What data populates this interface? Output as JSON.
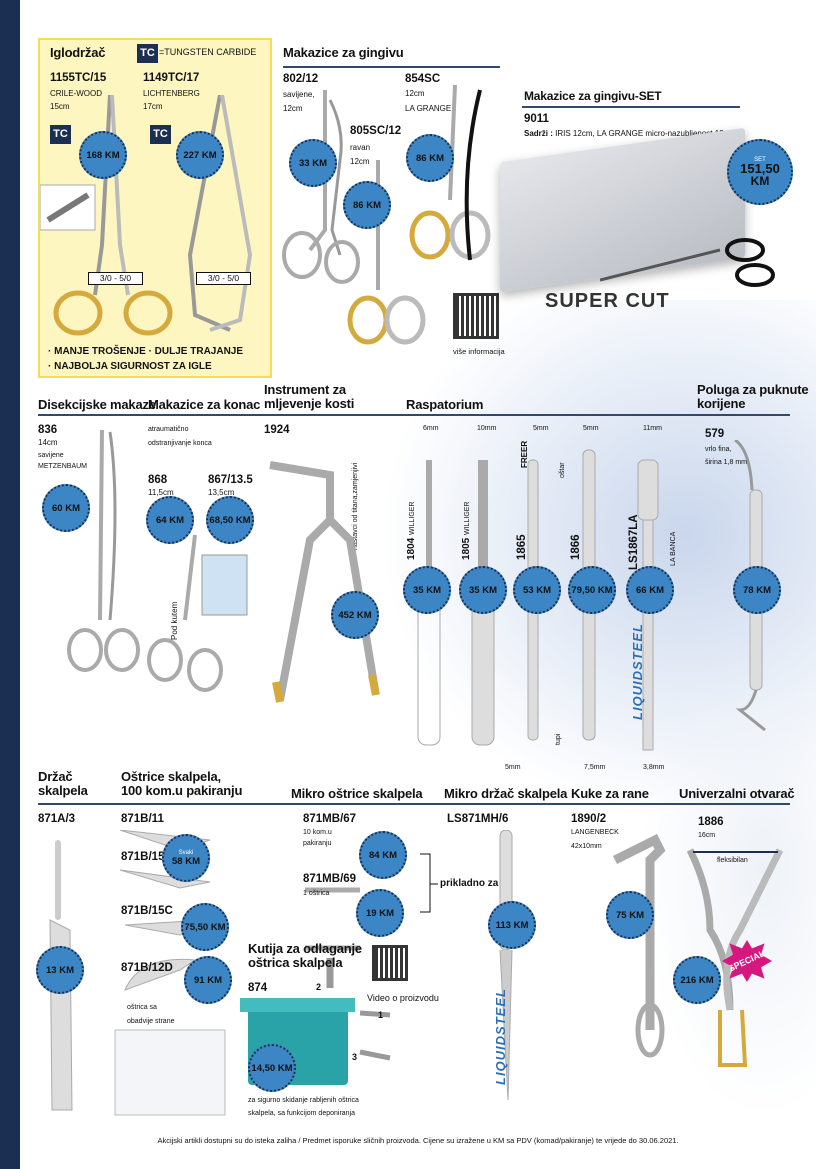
{
  "header_strip": {
    "color": "#1b2f52"
  },
  "iglodrzac": {
    "title": "Iglodržač",
    "tc_badge": "TC",
    "tc_legend": "=TUNGSTEN CARBIDE",
    "items": [
      {
        "code": "1155TC/15",
        "name": "CRILE-WOOD",
        "size": "15cm",
        "tc": "TC",
        "price": "168 KM",
        "needle": "3/0 - 5/0"
      },
      {
        "code": "1149TC/17",
        "name": "LICHTENBERG",
        "size": "17cm",
        "tc": "TC",
        "price": "227 KM",
        "needle": "3/0 - 5/0"
      }
    ],
    "bullets": [
      "· MANJE TROŠENJE · DULJE TRAJANJE",
      "· NAJBOLJA SIGURNOST ZA IGLE"
    ]
  },
  "gingiva": {
    "title": "Makazice za gingivu",
    "items": [
      {
        "code": "802/12",
        "desc1": "savijene,",
        "desc2": "12cm",
        "price": "33 KM"
      },
      {
        "code": "805SC/12",
        "desc1": "ravan",
        "desc2": "12cm",
        "price": "86 KM"
      },
      {
        "code": "854SC",
        "desc1": "12cm",
        "desc2": "LA GRANGE",
        "price": "86 KM"
      }
    ],
    "more_info": "više informacija"
  },
  "gingiva_set": {
    "title": "Makazice za gingivu-SET",
    "code": "9011",
    "contents_label": "Sadrži :",
    "contents": "IRIS 12cm, LA GRANGE micro-nazubljenost 12cm",
    "set_label": "SET",
    "price": "151,50",
    "currency": "KM",
    "brand": "SUPER CUT"
  },
  "disekcijske": {
    "title": "Disekcijske makaze",
    "code": "836",
    "size": "14cm",
    "desc": "savijene",
    "name": "METZENBAUM",
    "price": "60 KM"
  },
  "konac": {
    "title": "Makazice za konac",
    "desc1": "atraumatično",
    "desc2": "odstranjivanje konca",
    "items": [
      {
        "code": "868",
        "size": "11,5cm",
        "price": "64 KM"
      },
      {
        "code": "867/13.5",
        "size": "13,5cm",
        "price": "68,50 KM"
      }
    ],
    "angle_label": "Pod kutem"
  },
  "kost": {
    "title1": "Instrument za",
    "title2": "mljevenje kosti",
    "code": "1924",
    "note": "nastavci od titana,zamjenjivi",
    "price": "452 KM"
  },
  "raspatorium": {
    "title": "Raspatorium",
    "items": [
      {
        "code": "1804",
        "name": "WILLIGER",
        "width": "6mm",
        "price": "35 KM"
      },
      {
        "code": "1805",
        "name": "WILLIGER",
        "width": "10mm",
        "price": "35 KM"
      },
      {
        "code": "1865",
        "name": "FREER",
        "width": "5mm",
        "note": "oštar",
        "bottom": "5mm",
        "bottom_note": "tupi",
        "price": "53 KM"
      },
      {
        "code": "1866",
        "width": "5mm",
        "bottom": "7,5mm",
        "price": "79,50 KM"
      },
      {
        "code": "LS1867LA",
        "name": "LA BANCA",
        "width": "11mm",
        "bottom": "3,8mm",
        "price": "66 KM"
      }
    ],
    "brand": "LIQUIDSTEEL"
  },
  "poluga": {
    "title1": "Poluga za puknute",
    "title2": "korijene",
    "code": "579",
    "desc1": "vrlo fina,",
    "desc2": "širina 1,8 mm",
    "price": "78 KM"
  },
  "drzac": {
    "title1": "Držač",
    "title2": "skalpela",
    "code": "871A/3",
    "price": "13 KM"
  },
  "ostrice": {
    "title1": "Oštrice skalpela,",
    "title2": "100 kom.u pakiranju",
    "items": [
      {
        "code": "871B/11"
      },
      {
        "code": "871B/15",
        "each": "Svaki",
        "price": "58 KM"
      },
      {
        "code": "871B/15C",
        "price": "75,50 KM"
      },
      {
        "code": "871B/12D",
        "price": "91 KM",
        "desc1": "oštrica sa",
        "desc2": "obadvije strane"
      }
    ]
  },
  "mikro_ostrice": {
    "title": "Mikro oštrice skalpela",
    "items": [
      {
        "code": "871MB/67",
        "desc1": "10 kom.u",
        "desc2": "pakiranju",
        "price": "84 KM"
      },
      {
        "code": "871MB/69",
        "desc1": "1 oštrica",
        "price": "19 KM"
      }
    ],
    "suitable": "prikladno za"
  },
  "kutija": {
    "title1": "Kutija za odlaganje",
    "title2": "oštrica skalpela",
    "code": "874",
    "price": "14,50 KM",
    "desc1": "za sigurno skidanje rabljenih oštrica",
    "desc2": "skalpela, sa funkcijom deponiranja",
    "video": "Video o proizvodu",
    "steps": [
      "1",
      "2",
      "3"
    ]
  },
  "mikro_drzac": {
    "title": "Mikro držač skalpela",
    "code": "LS871MH/6",
    "price": "113 KM",
    "brand": "LIQUIDSTEEL"
  },
  "kuke": {
    "title": "Kuke za rane",
    "code": "1890/2",
    "name": "LANGENBECK",
    "size": "42x10mm",
    "price": "75 KM"
  },
  "otvarac": {
    "title": "Univerzalni otvarač",
    "code": "1886",
    "size": "16cm",
    "flex": "fleksibilan",
    "price": "216 KM",
    "special": "SPECIAL"
  },
  "footer": "Akcijski artikli dostupni su do isteka zaliha / Predmet isporuke sličnih proizvoda. Cijene su izražene u KM sa PDV (komad/pakiranje) te vrijede do 30.06.2021.",
  "colors": {
    "navy": "#1b2f52",
    "badge": "#3d86c6",
    "yellow": "#fdf6c0",
    "special": "#d6177f"
  }
}
